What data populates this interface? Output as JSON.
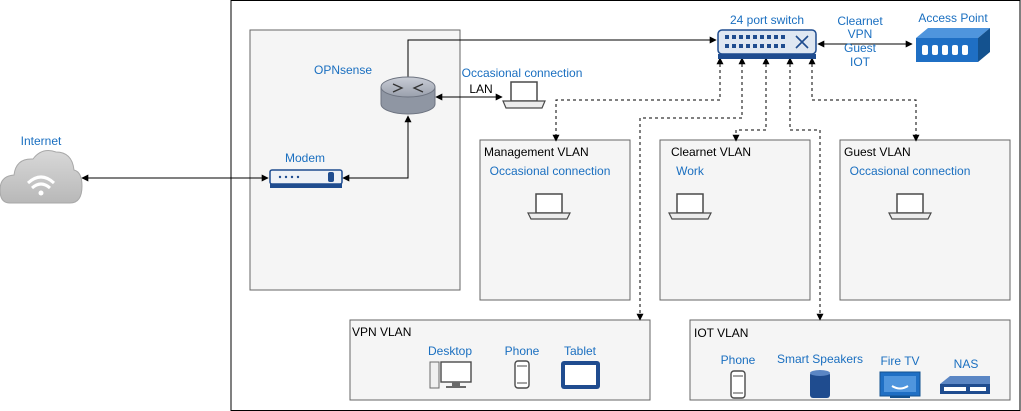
{
  "internet": {
    "label": "Internet"
  },
  "firewall": {
    "opnsense_label": "OPNsense",
    "modem_label": "Modem"
  },
  "switch": {
    "label": "24 port switch"
  },
  "uplink": {
    "lan_label": "LAN",
    "occasional_label": "Occasional connection",
    "ap_networks": [
      "Clearnet",
      "VPN",
      "Guest",
      "IOT"
    ]
  },
  "access_point": {
    "label": "Access Point"
  },
  "vlans": {
    "management": {
      "title": "Management VLAN",
      "device": "Occasional connection"
    },
    "clearnet": {
      "title": "Clearnet VLAN",
      "device": "Work"
    },
    "guest": {
      "title": "Guest VLAN",
      "device": "Occasional connection"
    },
    "vpn": {
      "title": "VPN VLAN",
      "devices": [
        "Desktop",
        "Phone",
        "Tablet"
      ]
    },
    "iot": {
      "title": "IOT VLAN",
      "devices": [
        "Phone",
        "Smart Speakers",
        "Fire TV",
        "NAS"
      ]
    }
  },
  "colors": {
    "label_blue": "#1a6fc0",
    "icon_blue": "#1f6fc4",
    "panel_fill": "#f5f5f5",
    "border": "#666666"
  }
}
